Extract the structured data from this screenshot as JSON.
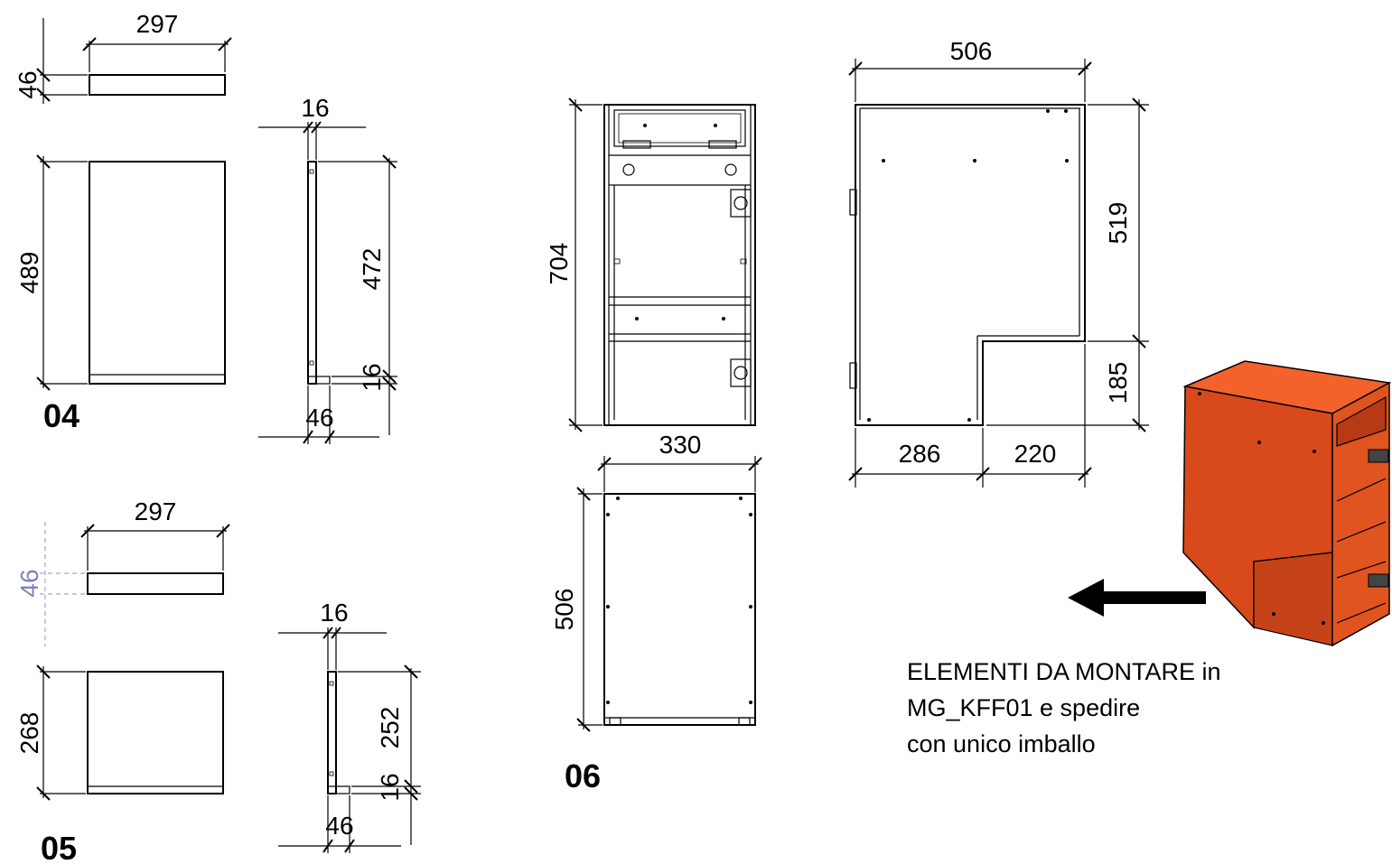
{
  "parts": {
    "p04": {
      "label": "04",
      "top_width": "297",
      "top_thickness": "46",
      "front_height": "489",
      "side_thickness": "16",
      "side_height": "472",
      "side_bottom": "16",
      "side_depth": "46"
    },
    "p05": {
      "label": "05",
      "top_width": "297",
      "top_thickness": "46",
      "front_height": "268",
      "side_thickness": "16",
      "side_height": "252",
      "side_bottom": "16",
      "side_depth": "46"
    },
    "p06": {
      "label": "06",
      "height": "704",
      "width": "330",
      "depth": "506"
    },
    "side_view": {
      "total_depth": "506",
      "upper_height": "519",
      "lower_height": "185",
      "bottom_left": "286",
      "bottom_right": "220"
    }
  },
  "note": {
    "line1": "ELEMENTI DA MONTARE in",
    "line2": "MG_KFF01 e spedire",
    "line3": "con unico imballo"
  },
  "colors": {
    "cabinet_fill": "#d84a1c",
    "cabinet_top": "#f2622a",
    "lines": "#000000",
    "muted_dimension": "#8080b8"
  },
  "icons": {
    "arrow": "arrow-left-icon"
  }
}
